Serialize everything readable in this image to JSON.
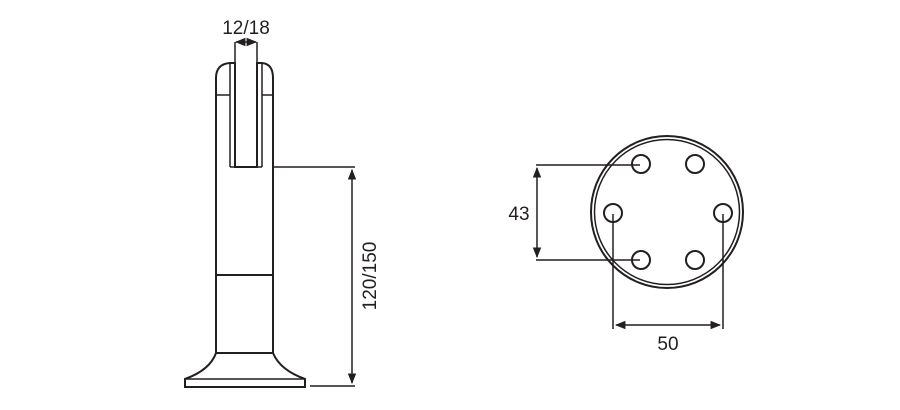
{
  "side_view": {
    "glass_thickness_label": "12/18",
    "height_label": "120/150"
  },
  "top_view": {
    "hole_spacing_vertical_label": "43",
    "hole_spacing_horizontal_label": "50",
    "hole_count": 6
  },
  "colors": {
    "line": "#231f20",
    "background": "#ffffff"
  }
}
